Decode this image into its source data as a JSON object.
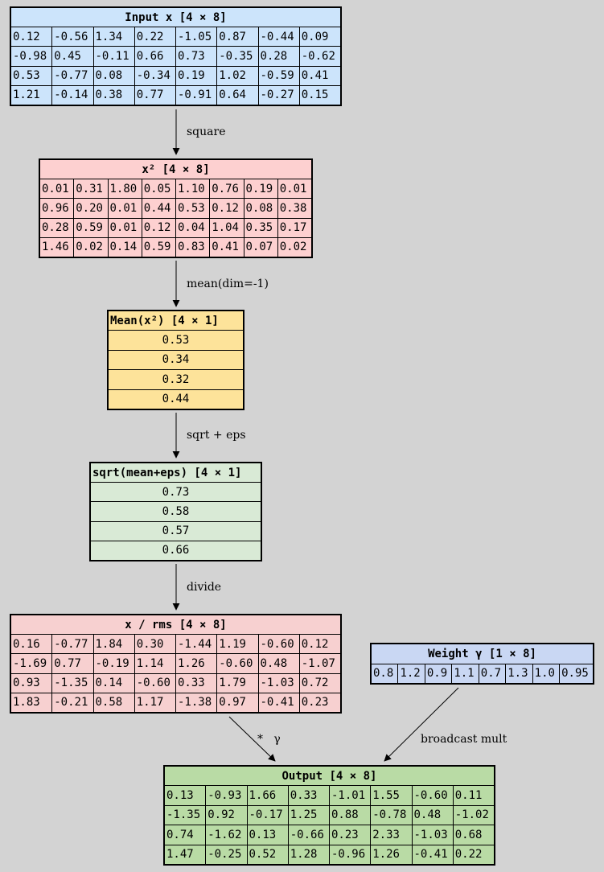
{
  "colors": {
    "input": "#cce4fb",
    "squared": "#fdd0d0",
    "mean": "#fde39a",
    "sqrt": "#d9ead6",
    "normalized": "#f7d0d0",
    "weight": "#c9d7f3",
    "output": "#b9dba5"
  },
  "nodes": {
    "input": {
      "title": "Input x [4 × 8]",
      "rows": [
        [
          "0.12",
          "-0.56",
          "1.34",
          "0.22",
          "-1.05",
          "0.87",
          "-0.44",
          "0.09"
        ],
        [
          "-0.98",
          "0.45",
          "-0.11",
          "0.66",
          "0.73",
          "-0.35",
          "0.28",
          "-0.62"
        ],
        [
          "0.53",
          "-0.77",
          "0.08",
          "-0.34",
          "0.19",
          "1.02",
          "-0.59",
          "0.41"
        ],
        [
          "1.21",
          "-0.14",
          "0.38",
          "0.77",
          "-0.91",
          "0.64",
          "-0.27",
          "0.15"
        ]
      ]
    },
    "squared": {
      "title": "x² [4 × 8]",
      "rows": [
        [
          "0.01",
          "0.31",
          "1.80",
          "0.05",
          "1.10",
          "0.76",
          "0.19",
          "0.01"
        ],
        [
          "0.96",
          "0.20",
          "0.01",
          "0.44",
          "0.53",
          "0.12",
          "0.08",
          "0.38"
        ],
        [
          "0.28",
          "0.59",
          "0.01",
          "0.12",
          "0.04",
          "1.04",
          "0.35",
          "0.17"
        ],
        [
          "1.46",
          "0.02",
          "0.14",
          "0.59",
          "0.83",
          "0.41",
          "0.07",
          "0.02"
        ]
      ]
    },
    "mean": {
      "title": "Mean(x²) [4 × 1]",
      "rows": [
        [
          "0.53"
        ],
        [
          "0.34"
        ],
        [
          "0.32"
        ],
        [
          "0.44"
        ]
      ]
    },
    "sqrt": {
      "title": "sqrt(mean+eps) [4 × 1]",
      "rows": [
        [
          "0.73"
        ],
        [
          "0.58"
        ],
        [
          "0.57"
        ],
        [
          "0.66"
        ]
      ]
    },
    "normalized": {
      "title": "x / rms [4 × 8]",
      "rows": [
        [
          "0.16",
          "-0.77",
          "1.84",
          "0.30",
          "-1.44",
          "1.19",
          "-0.60",
          "0.12"
        ],
        [
          "-1.69",
          "0.77",
          "-0.19",
          "1.14",
          "1.26",
          "-0.60",
          "0.48",
          "-1.07"
        ],
        [
          "0.93",
          "-1.35",
          "0.14",
          "-0.60",
          "0.33",
          "1.79",
          "-1.03",
          "0.72"
        ],
        [
          "1.83",
          "-0.21",
          "0.58",
          "1.17",
          "-1.38",
          "0.97",
          "-0.41",
          "0.23"
        ]
      ]
    },
    "weight": {
      "title": "Weight γ [1 × 8]",
      "rows": [
        [
          "0.8",
          "1.2",
          "0.9",
          "1.1",
          "0.7",
          "1.3",
          "1.0",
          "0.95"
        ]
      ]
    },
    "output": {
      "title": "Output [4 × 8]",
      "rows": [
        [
          "0.13",
          "-0.93",
          "1.66",
          "0.33",
          "-1.01",
          "1.55",
          "-0.60",
          "0.11"
        ],
        [
          "-1.35",
          "0.92",
          "-0.17",
          "1.25",
          "0.88",
          "-0.78",
          "0.48",
          "-1.02"
        ],
        [
          "0.74",
          "-1.62",
          "0.13",
          "-0.66",
          "0.23",
          "2.33",
          "-1.03",
          "0.68"
        ],
        [
          "1.47",
          "-0.25",
          "0.52",
          "1.28",
          "-0.96",
          "1.26",
          "-0.41",
          "0.22"
        ]
      ]
    }
  },
  "edges": {
    "square": "square",
    "mean": "mean(dim=-1)",
    "sqrt": "sqrt + eps",
    "divide": "divide",
    "times_gamma": "*   γ",
    "broadcast": "broadcast mult"
  }
}
